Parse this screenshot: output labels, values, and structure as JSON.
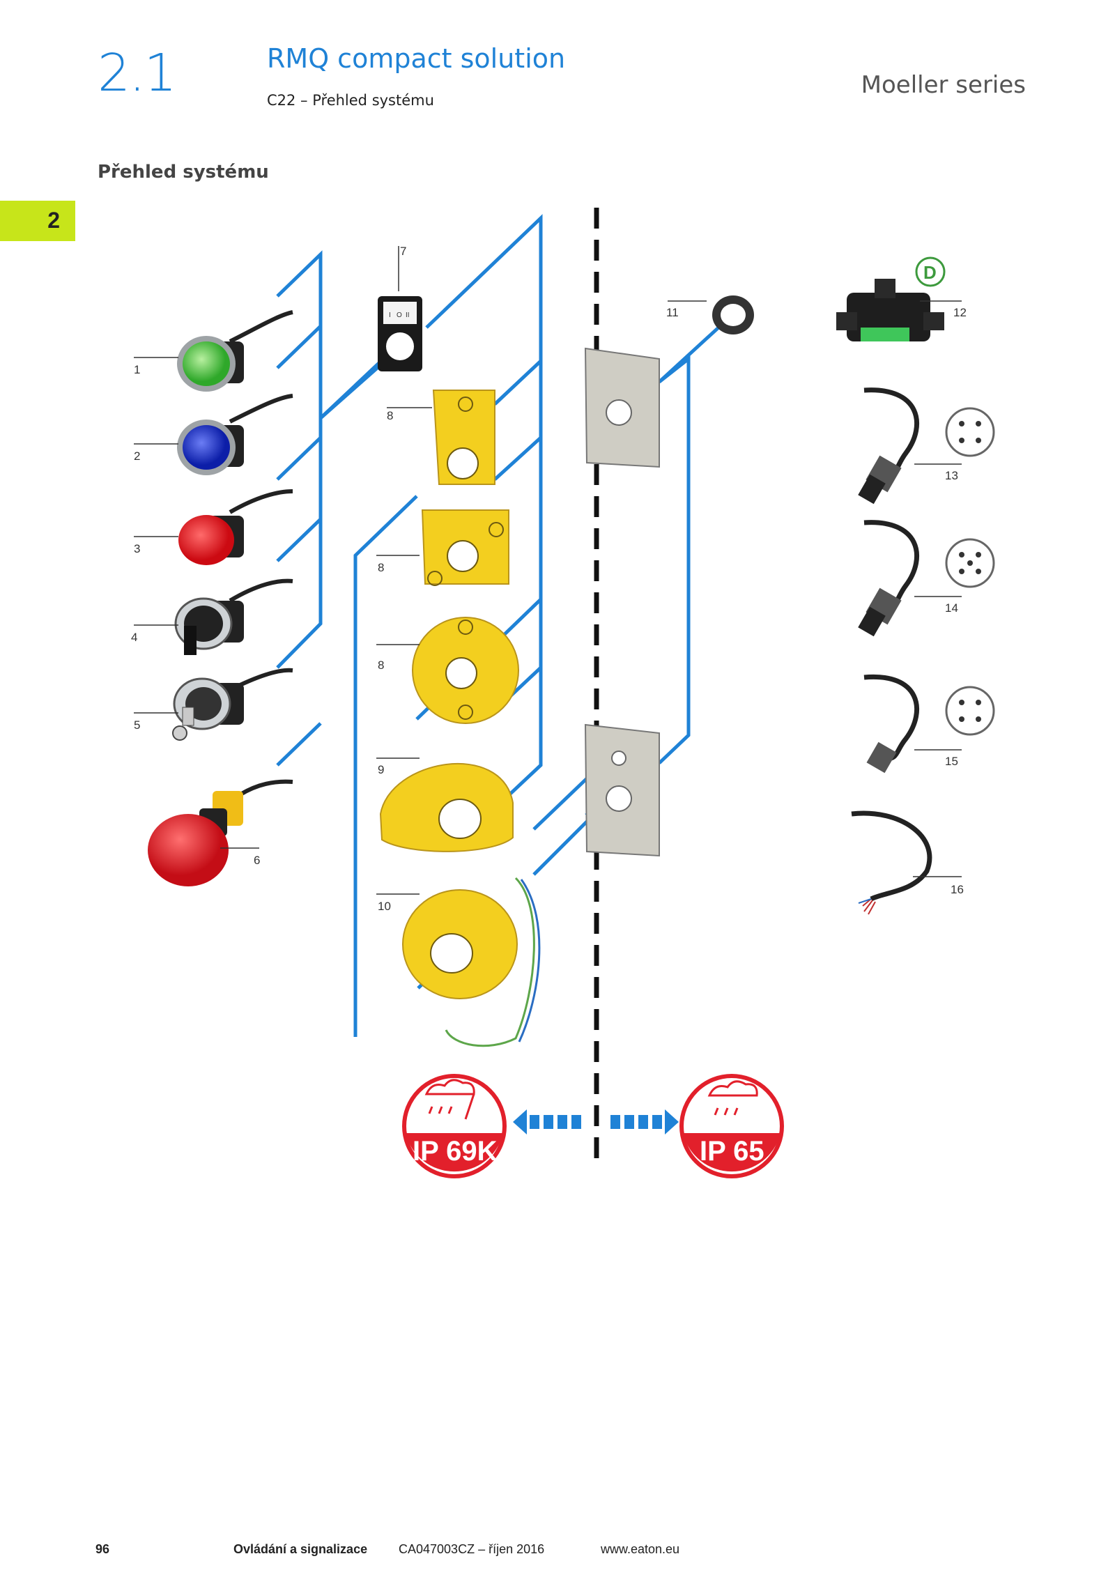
{
  "header": {
    "section_number": "2.1",
    "section_title": "RMQ compact solution",
    "section_subtitle": "C22 – Přehled systému",
    "series": "Moeller series"
  },
  "heading": "Přehled systému",
  "chapter_tab": "2",
  "callouts": [
    "1",
    "2",
    "3",
    "4",
    "5",
    "6",
    "7",
    "8",
    "8",
    "8",
    "9",
    "10",
    "11",
    "12",
    "13",
    "14",
    "15",
    "16"
  ],
  "label_plate_marks": [
    "I",
    "O",
    "II"
  ],
  "ratings": {
    "left": "IP 69K",
    "right": "IP 65"
  },
  "icons": [
    "pushbutton-green-icon",
    "pushbutton-blue-icon",
    "pushbutton-red-icon",
    "selector-switch-icon",
    "key-switch-icon",
    "emergency-stop-icon",
    "label-holder-icon",
    "yellow-plate-icon",
    "yellow-plate-square-icon",
    "yellow-plate-round-icon",
    "protective-collar-icon",
    "illuminated-ring-icon",
    "locking-ring-icon",
    "t-connector-icon",
    "m12-4pin-connector-icon",
    "m12-5pin-connector-icon",
    "m8-connector-icon",
    "open-cable-icon",
    "panel-plate-icon",
    "rain-icon"
  ],
  "colors": {
    "accent_blue": "#1f82d6",
    "chapter_green": "#c7e51a",
    "ip_red": "#e2202b",
    "plate_yellow": "#f3cf1f"
  },
  "footer": {
    "page": "96",
    "title": "Ovládání a signalizace",
    "doc": "CA047003CZ – říjen 2016",
    "web": "www.eaton.eu"
  }
}
